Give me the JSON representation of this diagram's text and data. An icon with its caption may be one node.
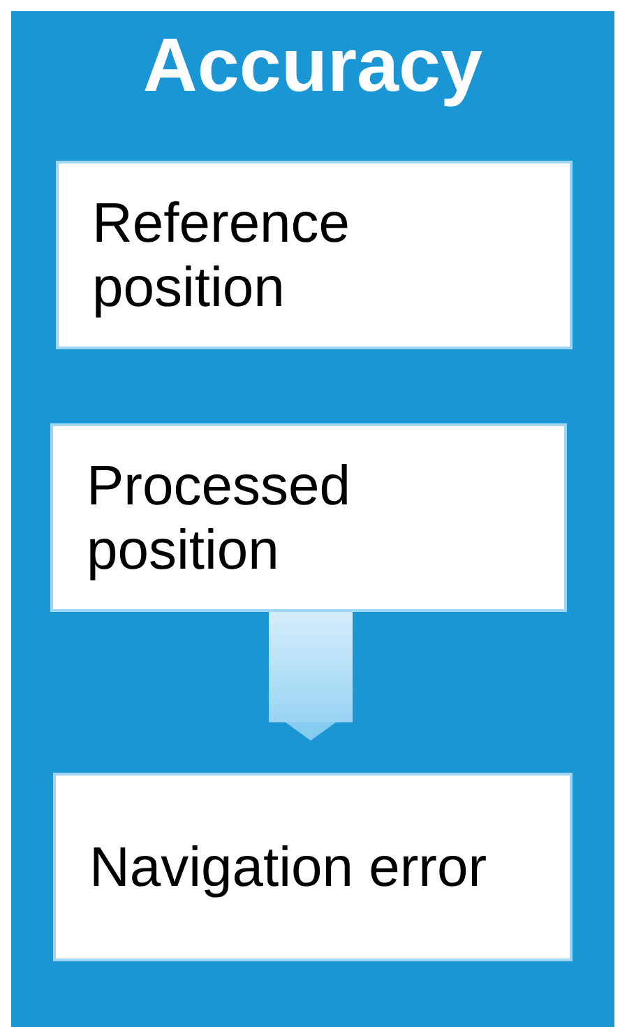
{
  "diagram": {
    "nodes": [
      {
        "text": [
          "Accuracy"
        ]
      },
      {
        "text": [
          "Reference position"
        ],
        "in": 0
      },
      {
        "text": [
          "Processed position"
        ],
        "in": 0
      },
      {
        "text": [
          "Navigation error"
        ],
        "in": 0
      }
    ],
    "edges": [
      {
        "from": 2,
        "to": 3,
        "arrow": "to",
        "style": "thick"
      }
    ]
  }
}
